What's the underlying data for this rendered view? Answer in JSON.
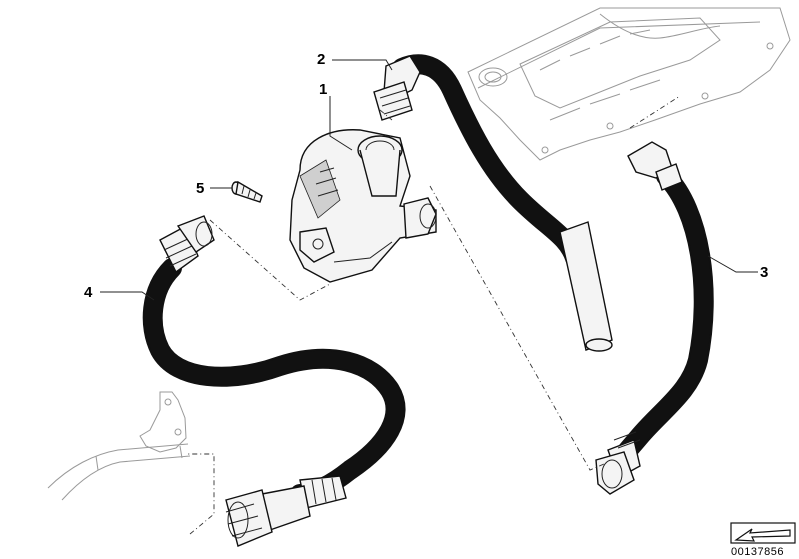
{
  "callouts": [
    {
      "id": "1",
      "label": "1"
    },
    {
      "id": "2",
      "label": "2"
    },
    {
      "id": "3",
      "label": "3"
    },
    {
      "id": "4",
      "label": "4"
    },
    {
      "id": "5",
      "label": "5"
    }
  ],
  "reference_number": "00137856",
  "icons": {
    "orientation": "direction-arrow-icon"
  }
}
